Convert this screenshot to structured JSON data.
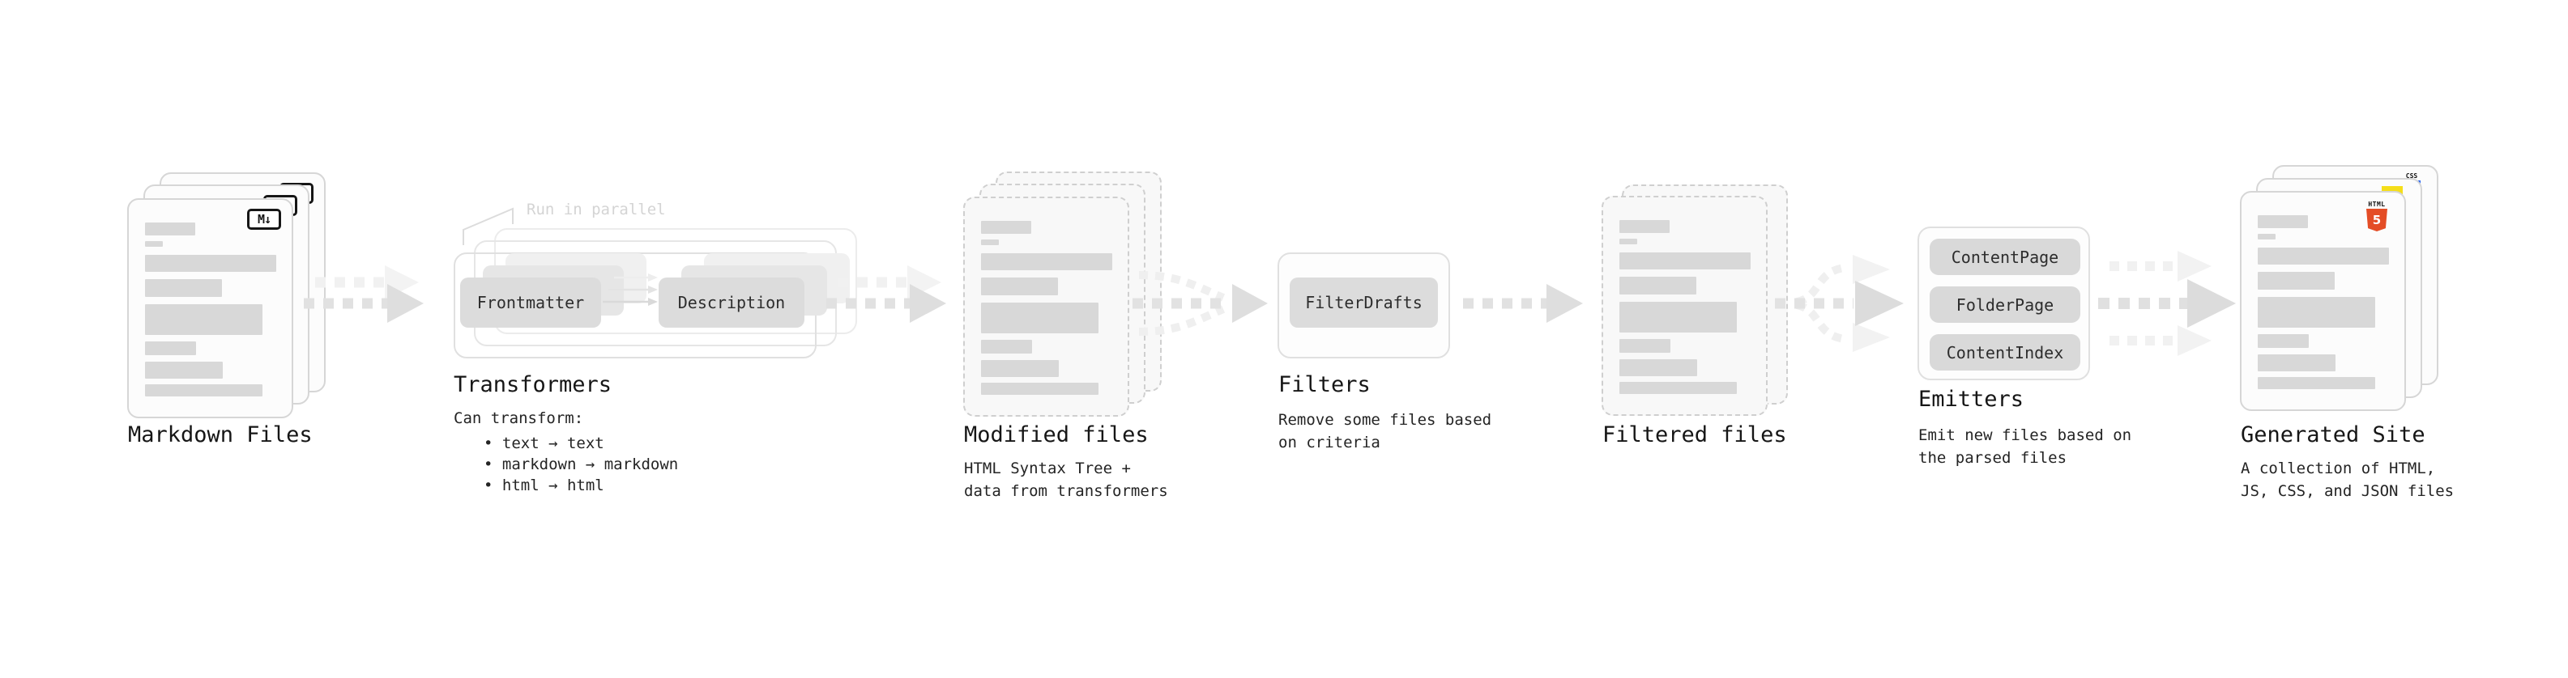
{
  "annotation": "Run in parallel",
  "sections": {
    "markdown": {
      "title": "Markdown Files"
    },
    "transformers": {
      "title": "Transformers",
      "subtitle": "Can transform:",
      "bullets": [
        "• text → text",
        "• markdown → markdown",
        "• html → html"
      ],
      "buttons": [
        "Frontmatter",
        "Description"
      ]
    },
    "modified": {
      "title": "Modified files",
      "subtitle_line1": "HTML Syntax Tree +",
      "subtitle_line2": "data from transformers"
    },
    "filters": {
      "title": "Filters",
      "subtitle_line1": "Remove some files based",
      "subtitle_line2": "on criteria",
      "buttons": [
        "FilterDrafts"
      ]
    },
    "filtered": {
      "title": "Filtered files"
    },
    "emitters": {
      "title": "Emitters",
      "subtitle_line1": "Emit new files based on",
      "subtitle_line2": "the parsed files",
      "buttons": [
        "ContentPage",
        "FolderPage",
        "ContentIndex"
      ]
    },
    "generated": {
      "title": "Generated Site",
      "subtitle_line1": "A collection of HTML,",
      "subtitle_line2": "JS, CSS, and JSON files"
    }
  },
  "icons": {
    "markdown_glyph": "M↓",
    "html5_label": "HTML",
    "html5_glyph": "5",
    "css_label": "CSS"
  },
  "colors": {
    "placeholder_bar": "#d8d8d8",
    "arrow": "#dedede",
    "arrow_light": "#f0f0f0",
    "pill_bg": "#dcdcdc",
    "html5_orange": "#e44d26",
    "js_yellow": "#f5de19",
    "css_blue": "#2965f1",
    "annotation_gray": "#d4d4d4"
  }
}
